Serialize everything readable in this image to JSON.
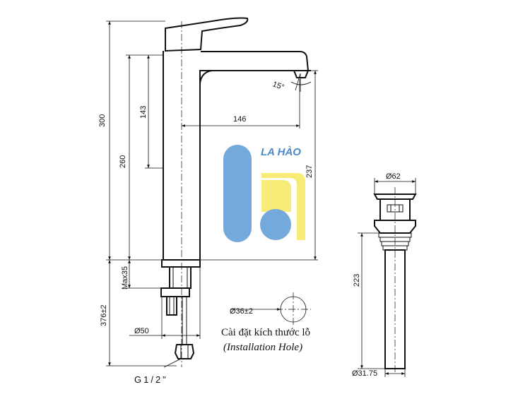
{
  "faucet": {
    "dim_300": "300",
    "dim_260": "260",
    "dim_143": "143",
    "dim_146": "146",
    "dim_237": "237",
    "dim_max35": "Max35",
    "dim_376": "376±2",
    "dim_d50": "Ø50",
    "thread": "G1/2\"",
    "angle": "15°"
  },
  "install_hole": {
    "diameter": "Ø36±2",
    "label_vi": "Cài đặt kích thước lỗ",
    "label_en": "(Installation Hole)"
  },
  "drain": {
    "dim_d62": "Ø62",
    "dim_223": "223",
    "dim_d3175": "Ø31.75"
  },
  "watermark": {
    "text": "LA HÀO",
    "colors": {
      "blue": "#5b9bd5",
      "yellow": "#f5e960",
      "text": "#2e75c0"
    }
  }
}
